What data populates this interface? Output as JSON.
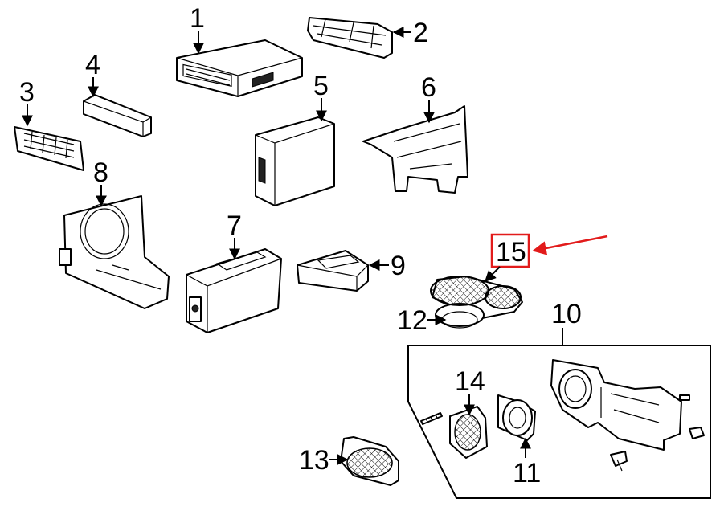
{
  "callouts": {
    "c1": "1",
    "c2": "2",
    "c3": "3",
    "c4": "4",
    "c5": "5",
    "c6": "6",
    "c7": "7",
    "c8": "8",
    "c9": "9",
    "c10": "10",
    "c11": "11",
    "c12": "12",
    "c13": "13",
    "c14": "14",
    "c15": "15"
  },
  "highlight_color": "#e21b1b"
}
